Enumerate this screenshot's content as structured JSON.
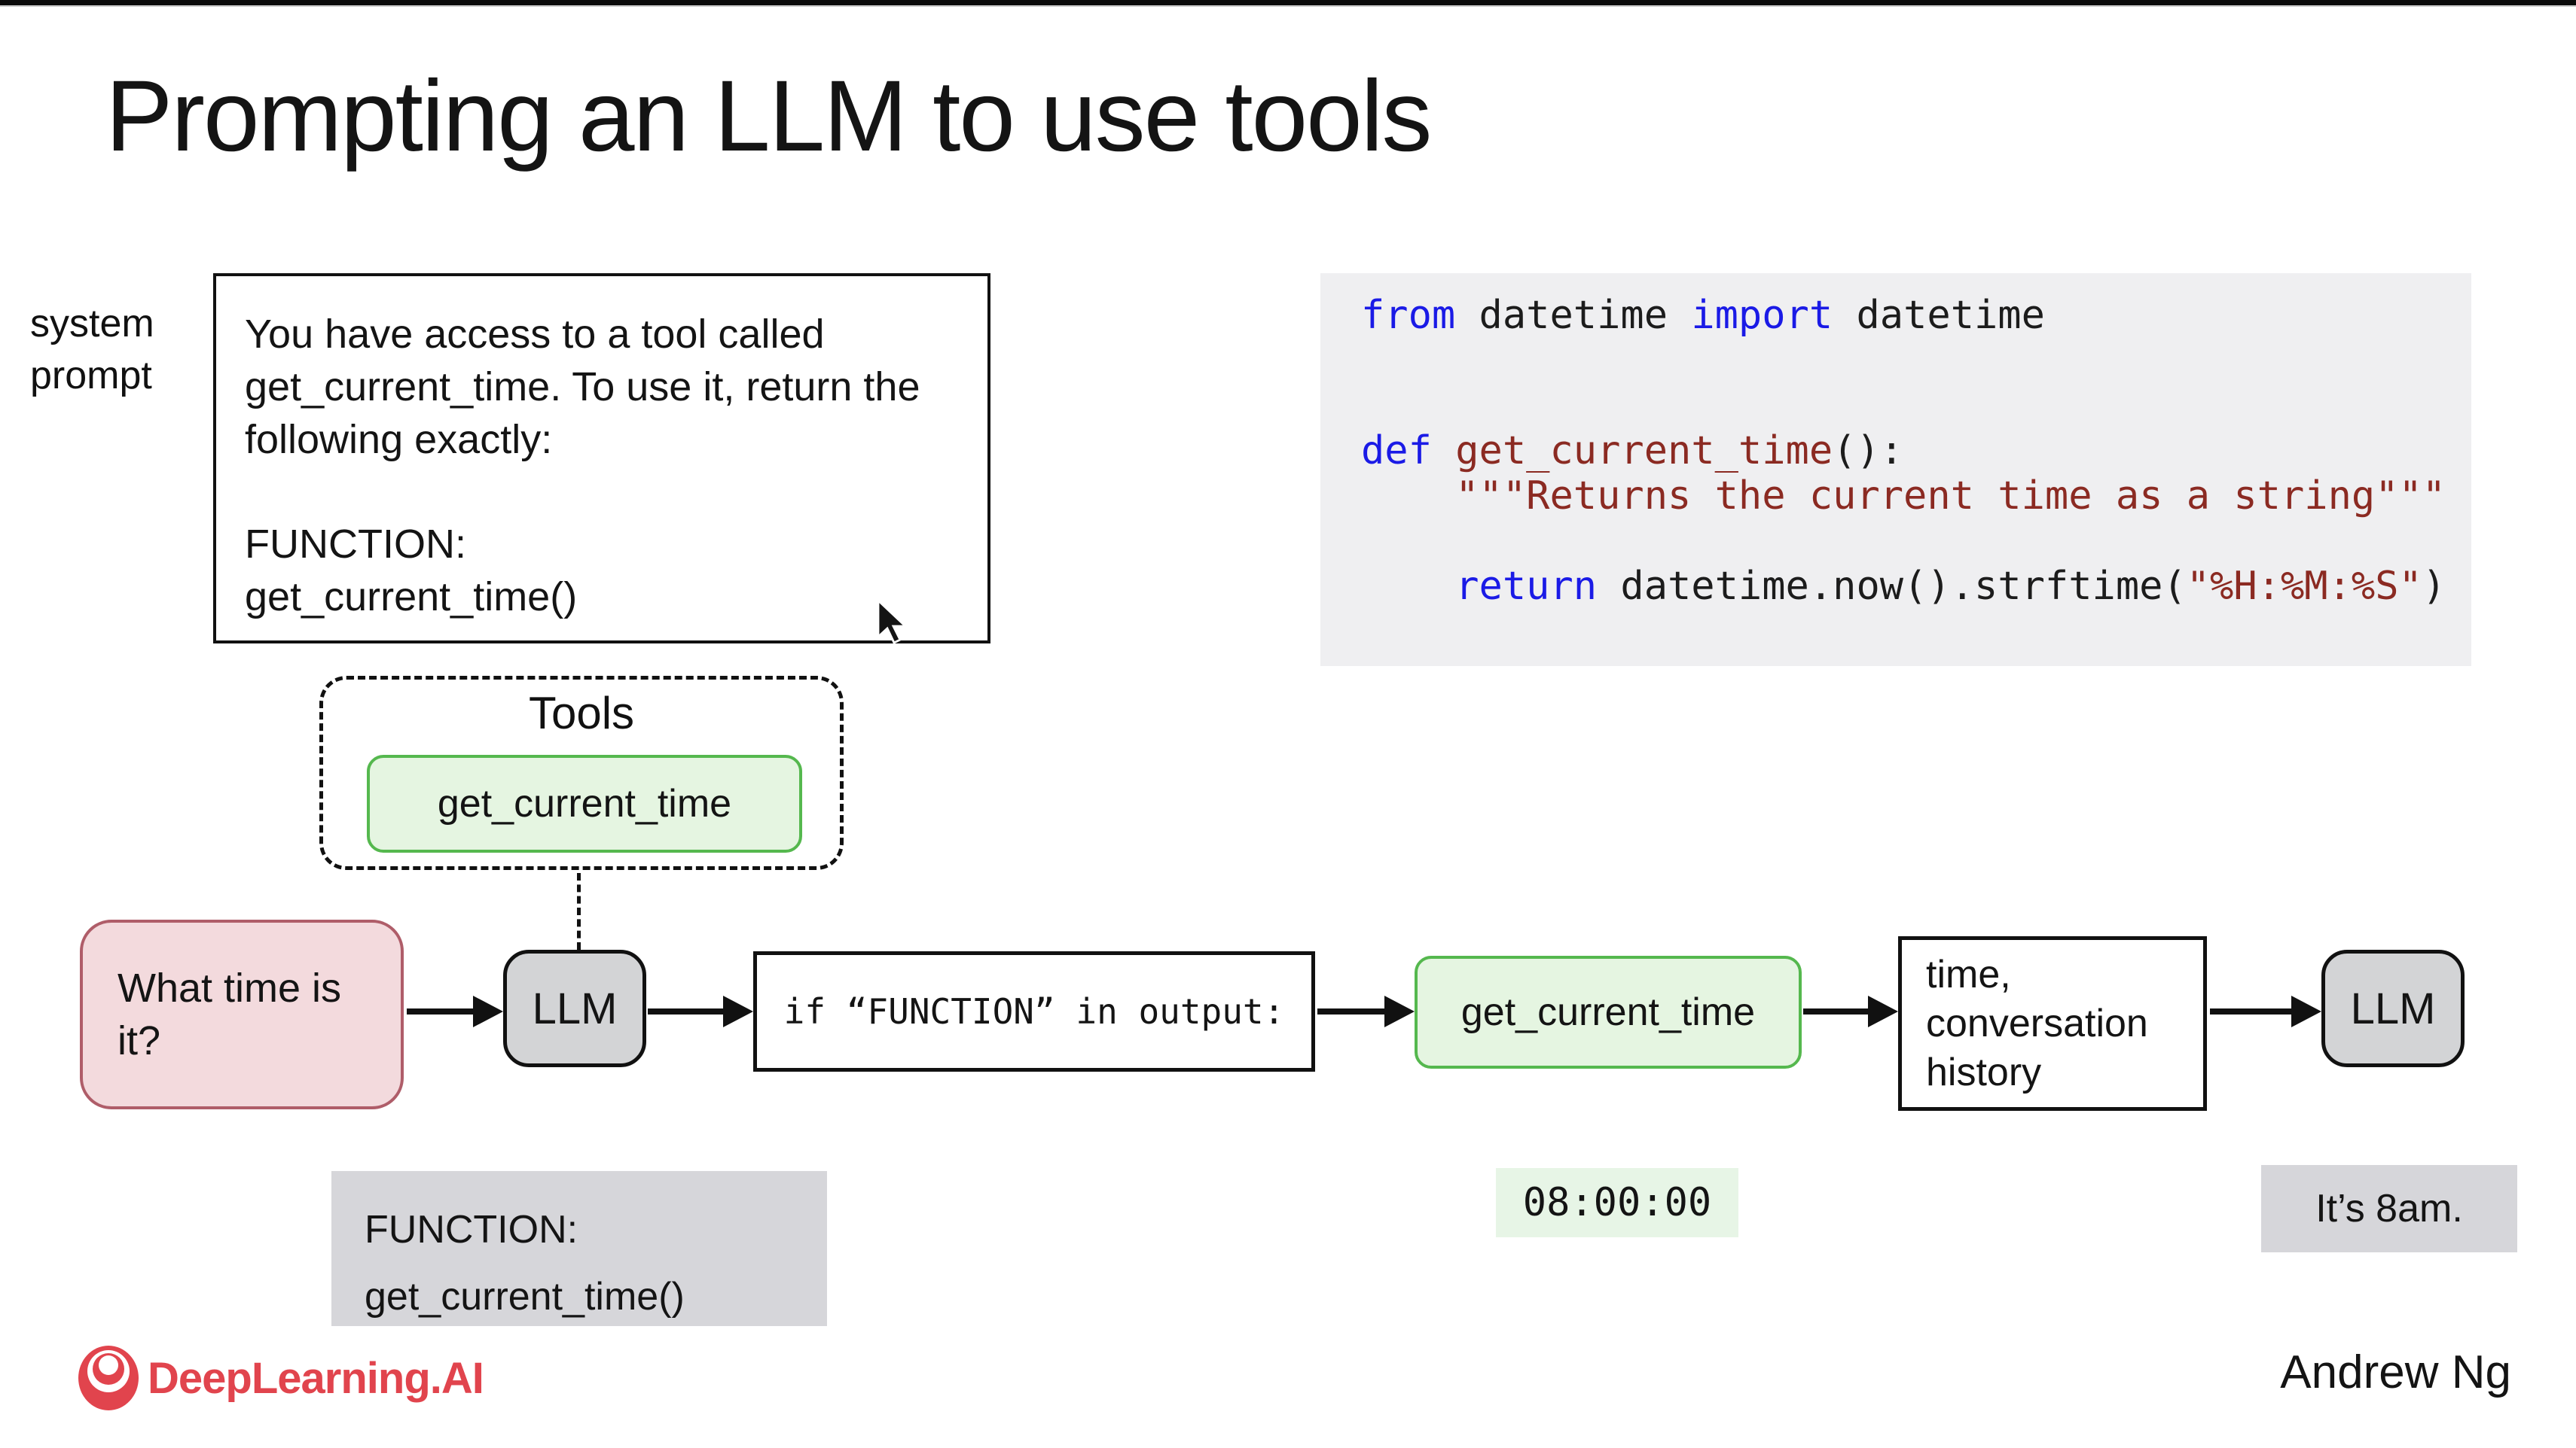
{
  "slide": {
    "title": "Prompting an LLM to use tools",
    "brand": "DeepLearning.AI",
    "author": "Andrew Ng"
  },
  "system_prompt": {
    "label": "system prompt",
    "body": "You have access to a tool called get_current_time. To use it, return the following exactly:",
    "function_header": "FUNCTION:",
    "function_call": "get_current_time()"
  },
  "code_panel": {
    "lines": [
      [
        {
          "t": "from",
          "c": "kw"
        },
        {
          "t": " datetime ",
          "c": "pl"
        },
        {
          "t": "import",
          "c": "kw"
        },
        {
          "t": " datetime",
          "c": "pl"
        }
      ],
      [],
      [],
      [
        {
          "t": "def",
          "c": "kw"
        },
        {
          "t": " ",
          "c": "pl"
        },
        {
          "t": "get_current_time",
          "c": "st"
        },
        {
          "t": "():",
          "c": "pl"
        }
      ],
      [
        {
          "t": "    ",
          "c": "pl"
        },
        {
          "t": "\"\"\"Returns the current time as a string\"\"\"",
          "c": "st"
        }
      ],
      [],
      [
        {
          "t": "    ",
          "c": "pl"
        },
        {
          "t": "return",
          "c": "kw"
        },
        {
          "t": " datetime.now().strftime(",
          "c": "pl"
        },
        {
          "t": "\"%H:%M:%S\"",
          "c": "st"
        },
        {
          "t": ")",
          "c": "pl"
        }
      ]
    ]
  },
  "tools": {
    "label": "Tools",
    "tool_name": "get_current_time"
  },
  "flow": {
    "user_query": "What time is it?",
    "llm1": "LLM",
    "condition": "if “FUNCTION” in output:",
    "tool_call": "get_current_time",
    "context": "time, conversation history",
    "llm2": "LLM"
  },
  "outputs": {
    "llm_output_header": "FUNCTION:",
    "llm_output_call": "get_current_time()",
    "tool_result": "08:00:00",
    "final_answer": "It’s 8am."
  },
  "colors": {
    "accent_green_border": "#55b84e",
    "accent_green_fill": "#e5f5e1",
    "pink_fill": "#f3dadd",
    "pink_border": "#af5d69",
    "llm_gray_fill": "#d3d4d6",
    "code_panel_bg": "#efeff1",
    "result_green_bg": "#e7f5e6",
    "output_gray_bg": "#d6d6da",
    "keyword_blue": "#1a1ae6",
    "string_red": "#8b2a22",
    "brand_red": "#e1444d"
  }
}
